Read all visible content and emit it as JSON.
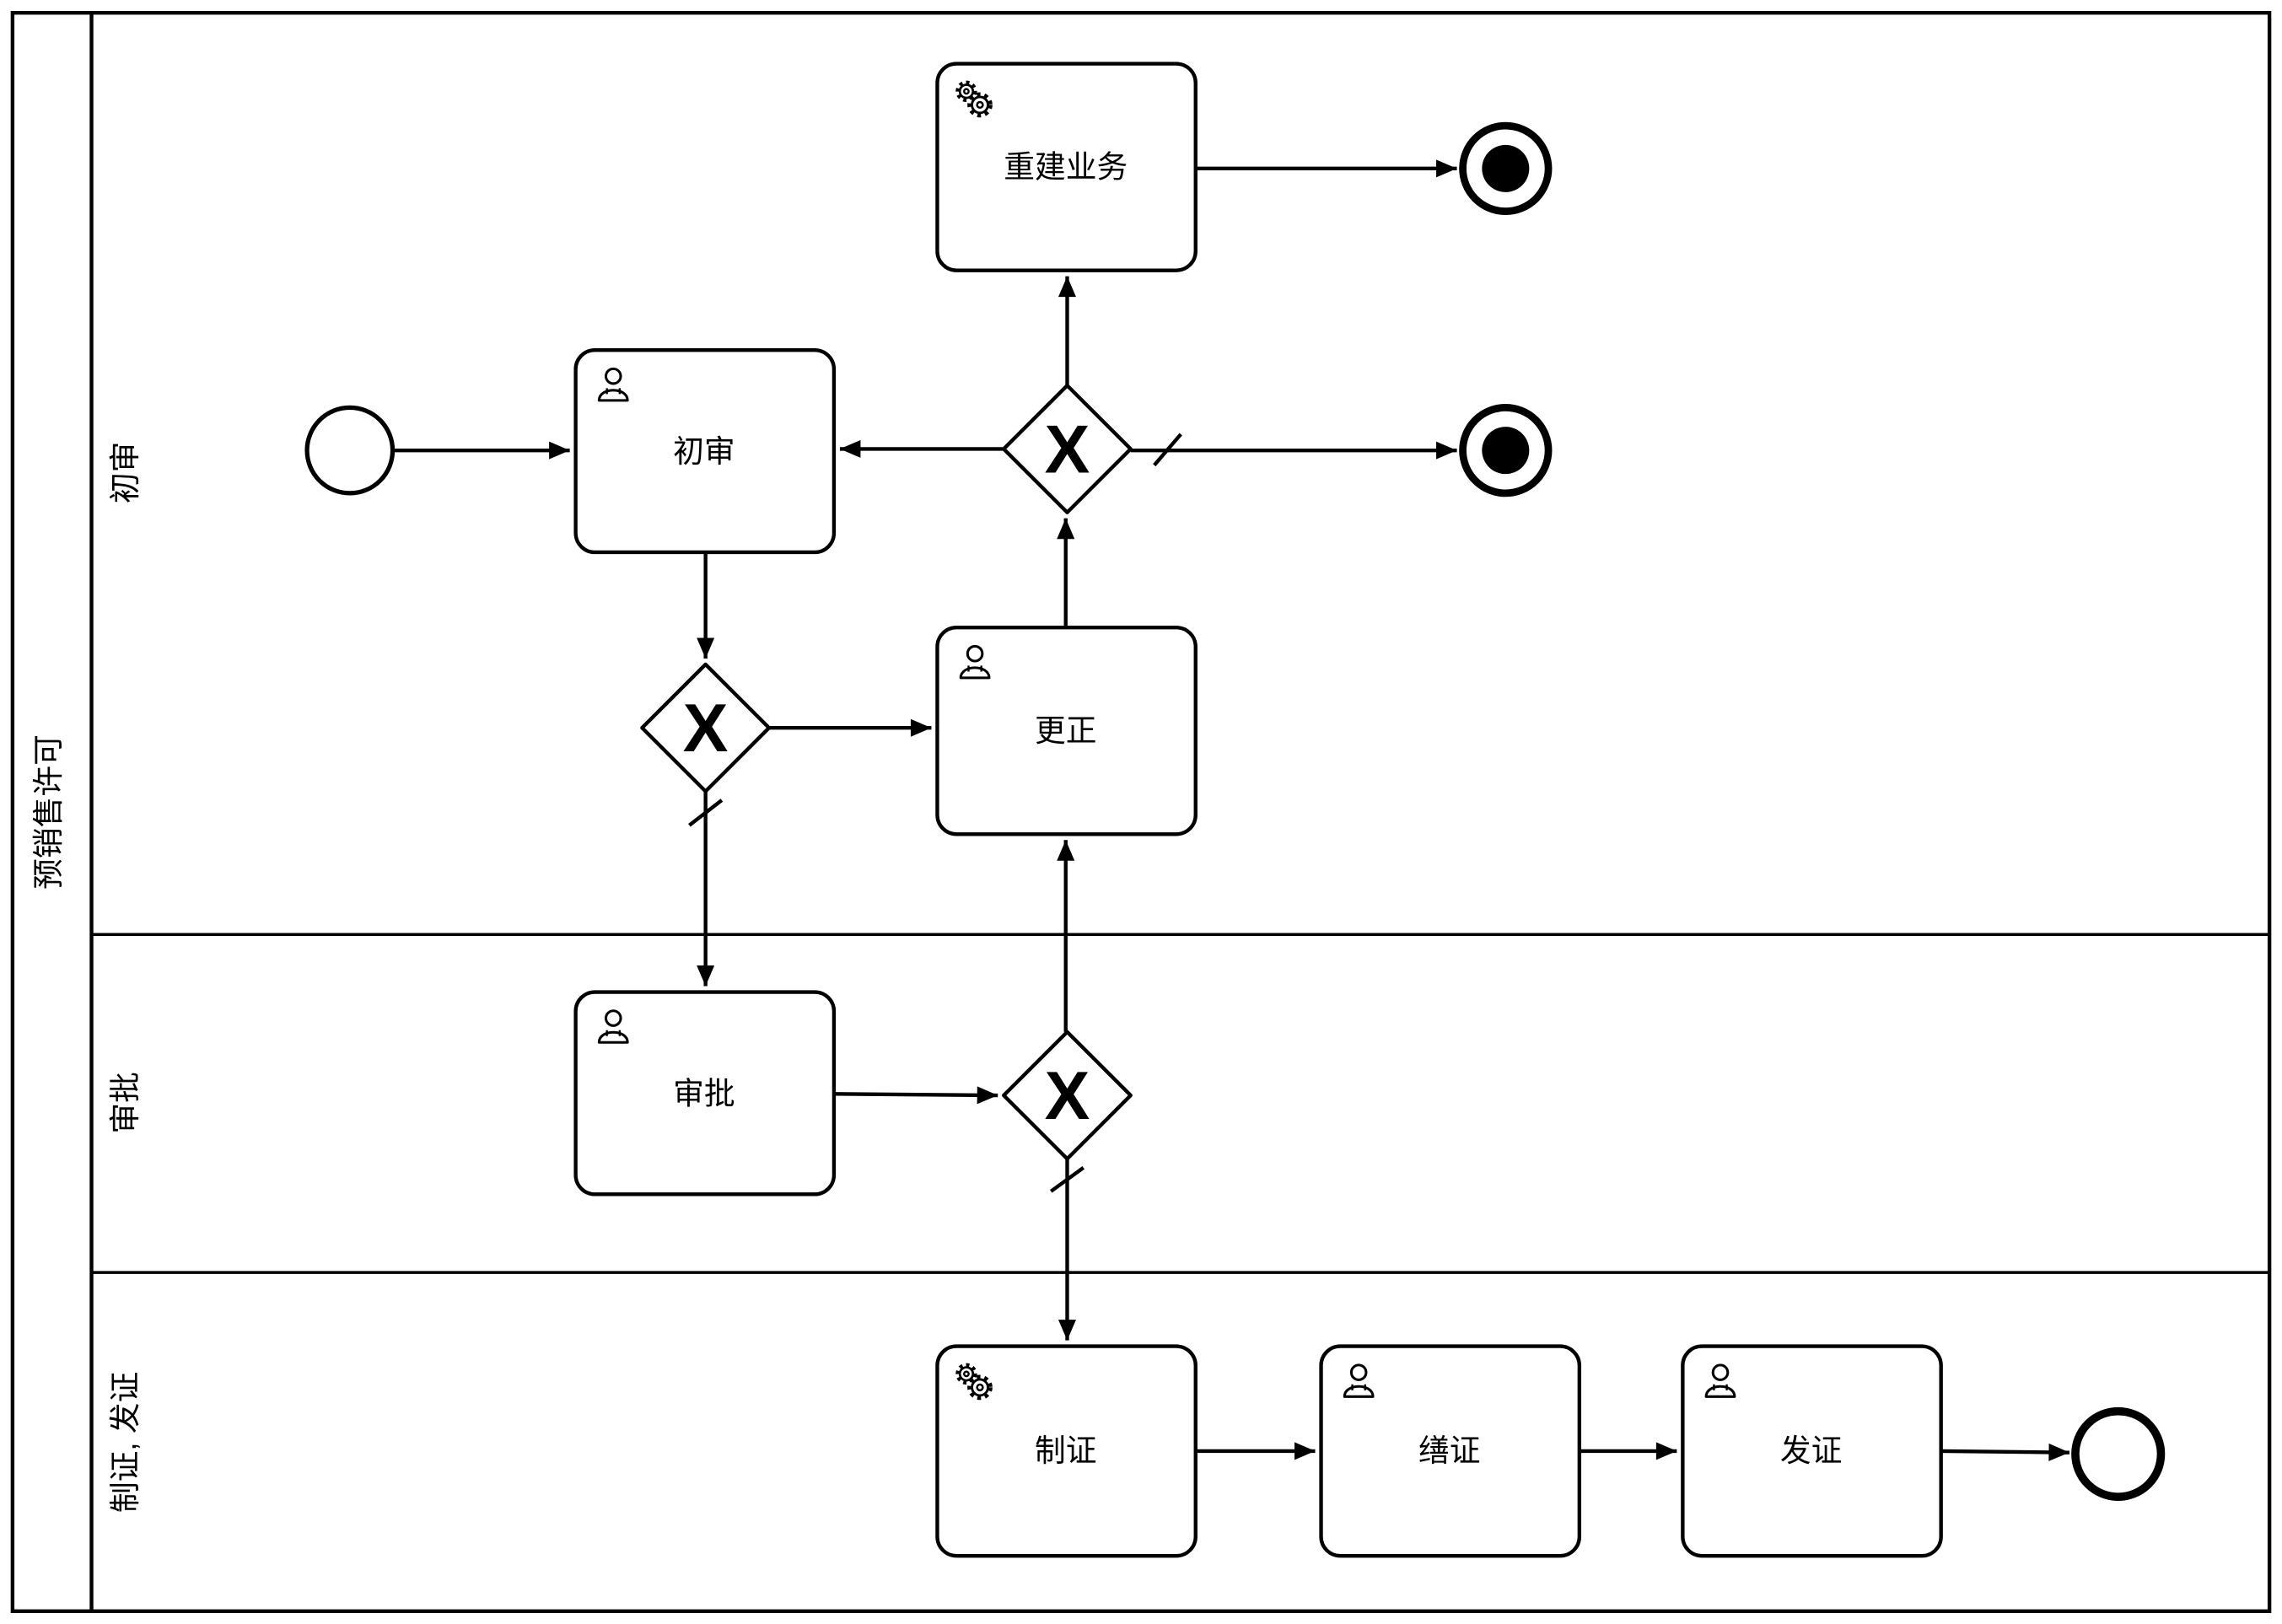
{
  "pool": {
    "label": "预销售许可"
  },
  "lanes": [
    {
      "label": "初审"
    },
    {
      "label": "审批"
    },
    {
      "label": "制证, 发证"
    }
  ],
  "tasks": {
    "initial_review": {
      "label": "初审",
      "type": "user-task"
    },
    "rebuild_business": {
      "label": "重建业务",
      "type": "service-task"
    },
    "correction": {
      "label": "更正",
      "type": "user-task"
    },
    "approval": {
      "label": "审批",
      "type": "user-task"
    },
    "make_certificate": {
      "label": "制证",
      "type": "service-task"
    },
    "prepare_certificate": {
      "label": "缮证",
      "type": "user-task"
    },
    "issue_certificate": {
      "label": "发证",
      "type": "user-task"
    }
  },
  "gateway": {
    "marker": "X"
  },
  "icons": {
    "user_task": "person-icon",
    "service_task": "gears-icon"
  },
  "colors": {
    "stroke": "#000000",
    "shape_fill": "#ffffff",
    "end_event_fill": "#000000"
  }
}
